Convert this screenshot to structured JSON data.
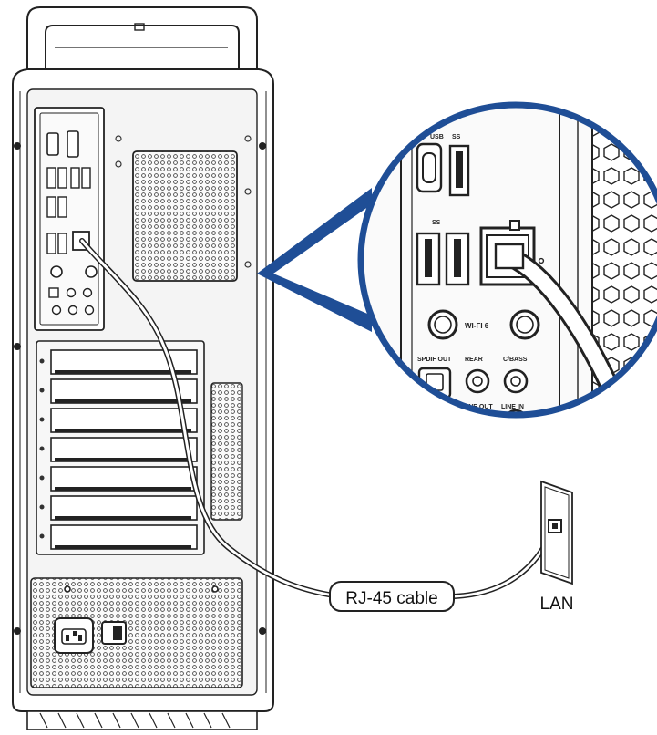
{
  "labels": {
    "cable": "RJ-45 cable",
    "lan": "LAN"
  },
  "zoom_labels": {
    "wifi": "WI-FI 6",
    "spdif": "SPDIF OUT",
    "rear": "REAR",
    "cbass": "C/BASS",
    "lineout": "LINE OUT",
    "linein": "LINE IN"
  },
  "colors": {
    "outline": "#222222",
    "zoom_ring": "#1f4e96",
    "background": "#ffffff",
    "panel": "#f4f4f4"
  },
  "icons": {
    "wall_jack": "ethernet-wall-jack-icon",
    "power_socket": "ac-power-socket-icon",
    "power_switch": "power-switch-icon"
  }
}
